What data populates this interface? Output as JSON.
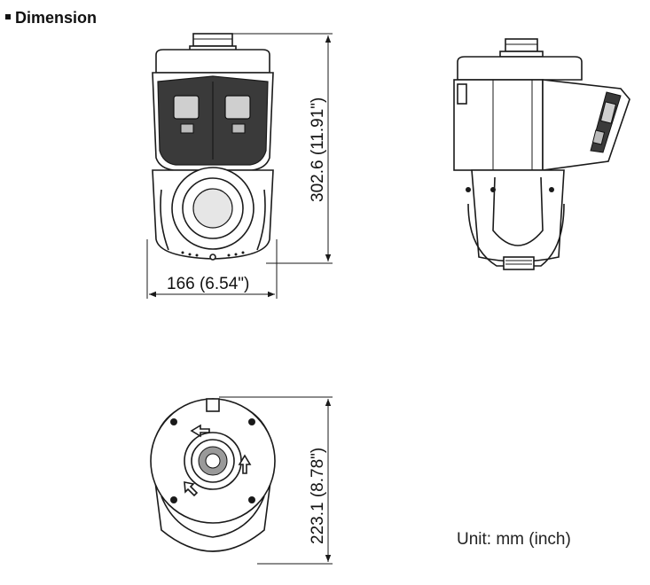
{
  "heading": "Dimension",
  "dimensions": {
    "height": "302.6 (11.91\")",
    "width": "166 (6.54\")",
    "depth": "223.1 (8.78\")"
  },
  "unit_label": "Unit: mm (inch)",
  "views": [
    "front-view",
    "side-view",
    "top-view"
  ]
}
